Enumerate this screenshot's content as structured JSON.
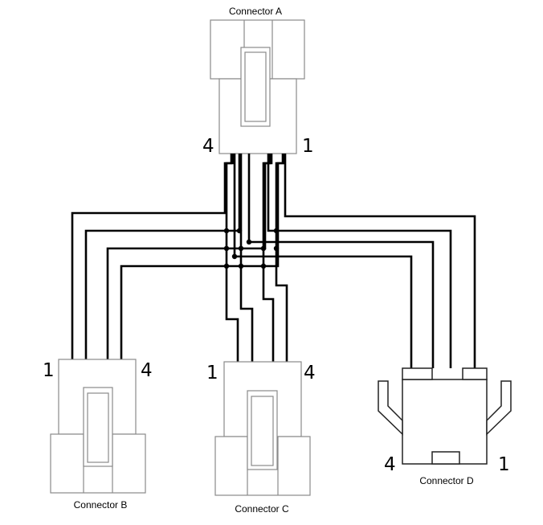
{
  "connectors": {
    "a": {
      "label": "Connector A",
      "pin_left": "4",
      "pin_right": "1"
    },
    "b": {
      "label": "Connector B",
      "pin_left": "1",
      "pin_right": "4"
    },
    "c": {
      "label": "Connector C",
      "pin_left": "1",
      "pin_right": "4"
    },
    "d": {
      "label": "Connector D",
      "pin_left": "4",
      "pin_right": "1"
    }
  },
  "colors": {
    "wire": "#000000",
    "housing_stroke": "#8a8a8a",
    "housing_d_stroke": "#222222"
  }
}
